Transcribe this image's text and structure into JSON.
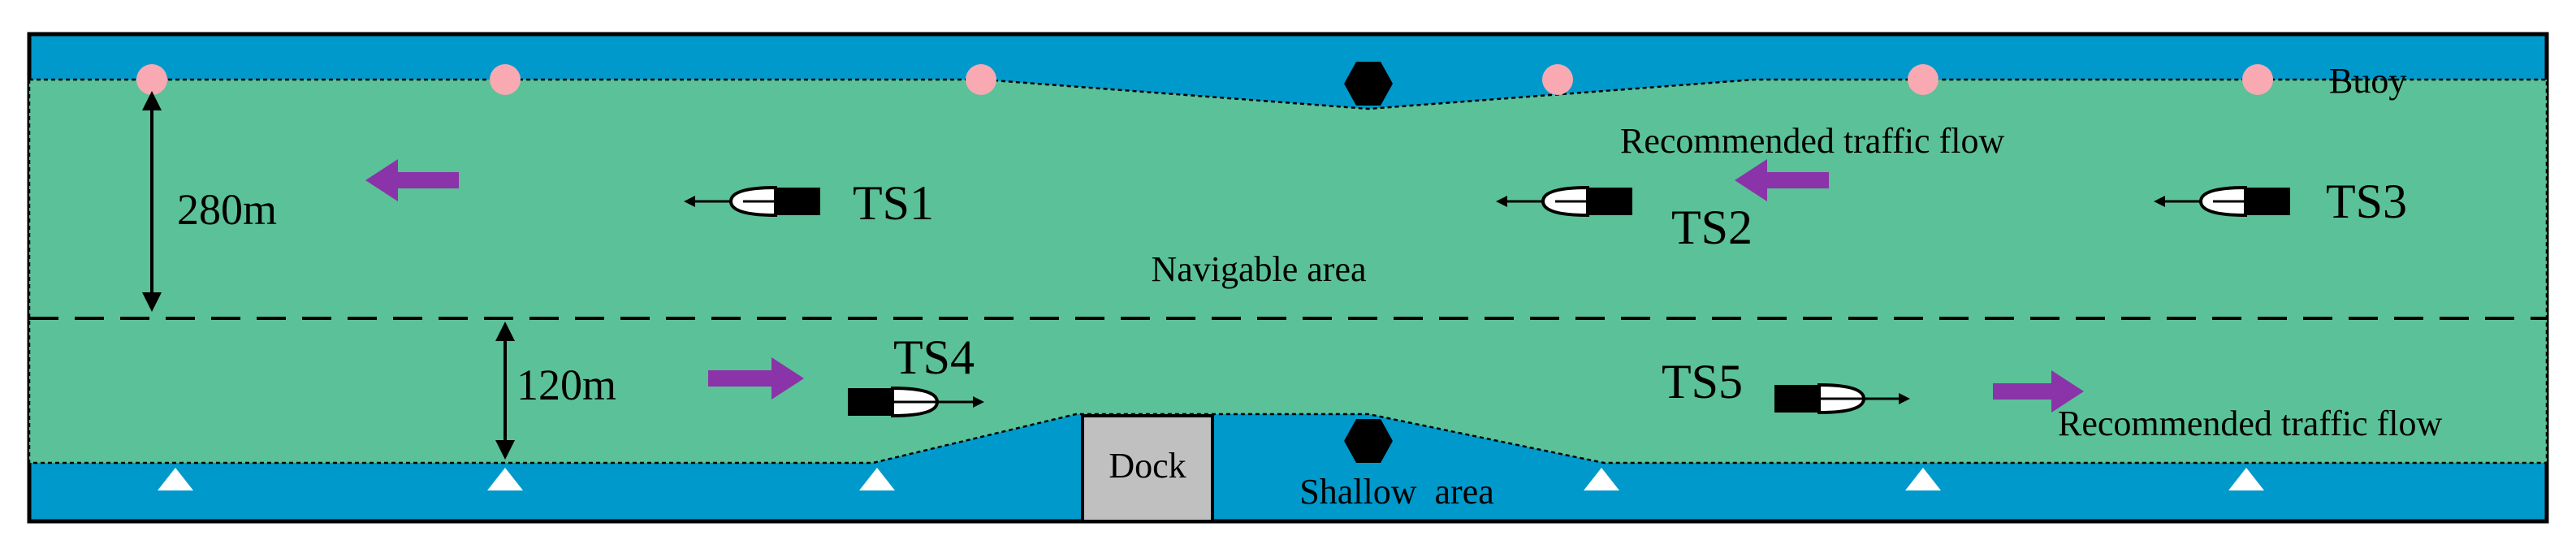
{
  "labels": {
    "buoy": "Buoy",
    "recommended_flow_top": "Recommended traffic flow",
    "recommended_flow_bottom": "Recommended traffic flow",
    "navigable_area": "Navigable area",
    "shallow_area": "Shallow  area",
    "dock": "Dock",
    "width_upper": "280m",
    "width_lower": "120m"
  },
  "ships": [
    {
      "id": "TS1",
      "label": "TS1",
      "direction": "west"
    },
    {
      "id": "TS2",
      "label": "TS2",
      "direction": "west"
    },
    {
      "id": "TS3",
      "label": "TS3",
      "direction": "west"
    },
    {
      "id": "TS4",
      "label": "TS4",
      "direction": "east"
    },
    {
      "id": "TS5",
      "label": "TS5",
      "direction": "east"
    }
  ],
  "colors": {
    "navigable": "#5bc198",
    "shallow": "#0099cc",
    "buoy": "#f8a9b2",
    "traffic_arrow": "#8b33a8",
    "dock": "#c0c0c0",
    "ship": "#000000",
    "bottom_marker": "#ffffff"
  },
  "icons": {
    "top_marker": "buoy-circle",
    "bottom_marker": "triangle-marker",
    "obstacle": "hexagon"
  }
}
